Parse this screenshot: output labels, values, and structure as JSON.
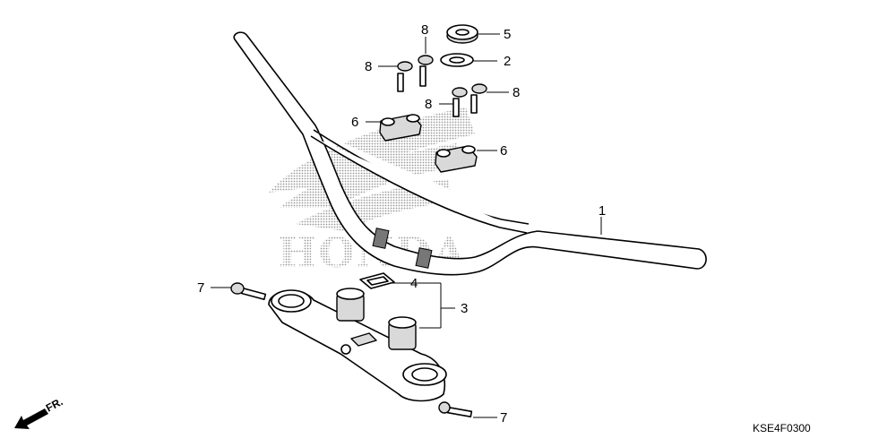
{
  "diagram": {
    "watermark_logo_text": "HONDA",
    "drawing_code": "KSE4F0300",
    "direction_label": "FR.",
    "callouts": [
      {
        "id": "c1",
        "label": "1"
      },
      {
        "id": "c2",
        "label": "2"
      },
      {
        "id": "c3",
        "label": "3"
      },
      {
        "id": "c4",
        "label": "4"
      },
      {
        "id": "c5",
        "label": "5"
      },
      {
        "id": "c6a",
        "label": "6"
      },
      {
        "id": "c6b",
        "label": "6"
      },
      {
        "id": "c7a",
        "label": "7"
      },
      {
        "id": "c7b",
        "label": "7"
      },
      {
        "id": "c8a",
        "label": "8"
      },
      {
        "id": "c8b",
        "label": "8"
      },
      {
        "id": "c8c",
        "label": "8"
      },
      {
        "id": "c8d",
        "label": "8"
      }
    ]
  }
}
